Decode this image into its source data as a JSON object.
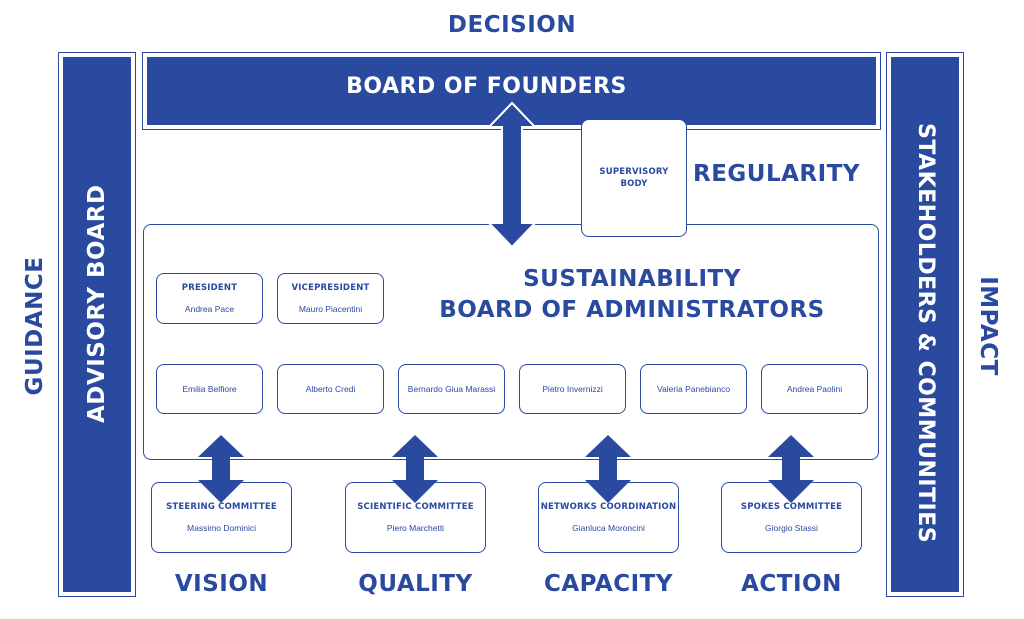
{
  "headings": {
    "decision": "DECISION",
    "guidance": "GUIDANCE",
    "impact": "IMPACT",
    "regularity": "REGULARITY"
  },
  "board_of_founders": "BOARD OF FOUNDERS",
  "advisory_board": "ADVISORY BOARD",
  "stakeholders": "STAKEHOLDERS & COMMUNITIES",
  "supervisory_body": {
    "line1": "SUPERVISORY",
    "line2": "BODY"
  },
  "sustainability": {
    "line1": "SUSTAINABILITY",
    "line2": "BOARD OF ADMINISTRATORS"
  },
  "officers": [
    {
      "title": "PRESIDENT",
      "name": "Andrea Pace"
    },
    {
      "title": "VICEPRESIDENT",
      "name": "Mauro Piacentini"
    }
  ],
  "administrators": [
    "Emilia Belfiore",
    "Alberto Credi",
    "Bernardo Giua Marassi",
    "Pietro Invernizzi",
    "Valeria Panebianco",
    "Andrea Paolini"
  ],
  "committees": [
    {
      "title": "STEERING COMMITTEE",
      "name": "Massimo Dominici",
      "label": "VISION"
    },
    {
      "title": "SCIENTIFIC COMMITTEE",
      "name": "Piero Marchetti",
      "label": "QUALITY"
    },
    {
      "title": "NETWORKS COORDINATION",
      "name": "Gianluca Moroncini",
      "label": "CAPACITY"
    },
    {
      "title": "SPOKES COMMITTEE",
      "name": "Giorgio Stassi",
      "label": "ACTION"
    }
  ],
  "colors": {
    "primary": "#2a4aa0",
    "background": "#ffffff"
  }
}
